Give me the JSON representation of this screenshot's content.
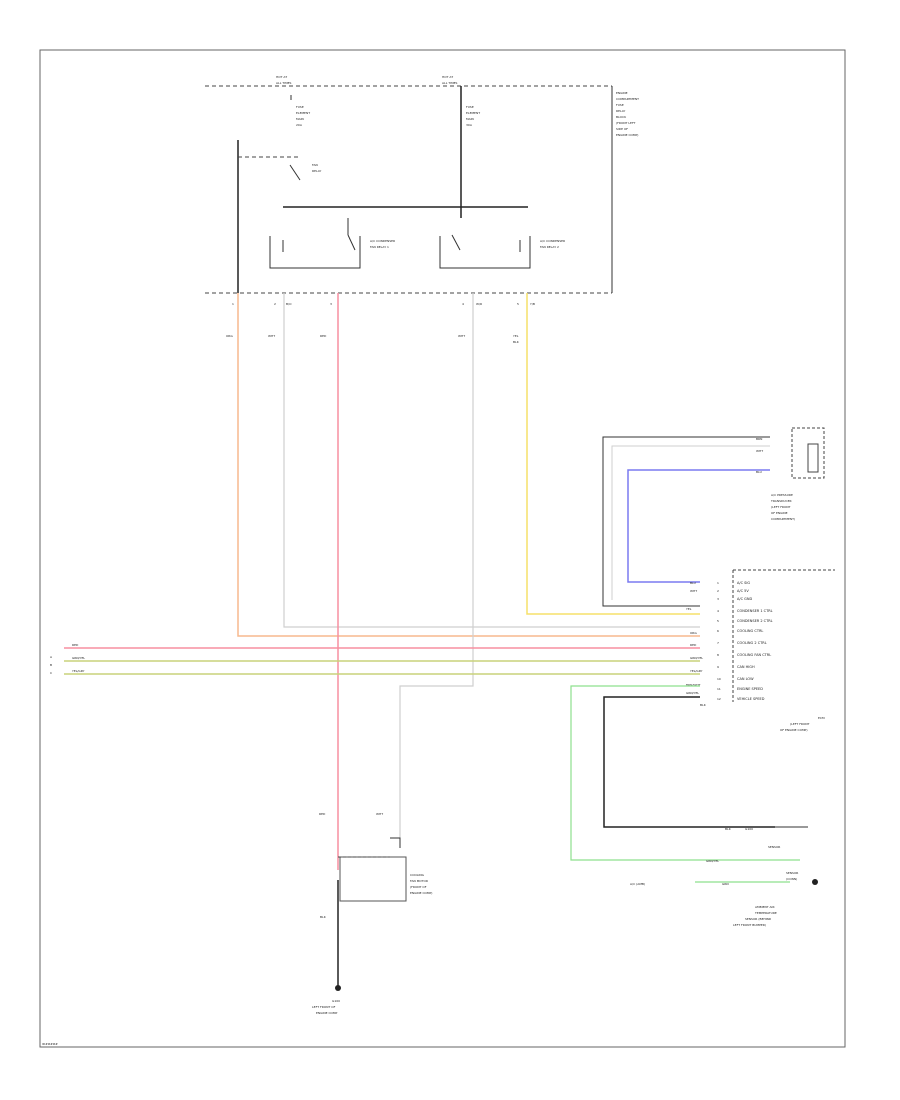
{
  "diagram": {
    "figure_id": "ID#####",
    "power_sources": [
      {
        "line1": "HOT AT",
        "line2": "ALL TIMES"
      },
      {
        "line1": "HOT AT",
        "line2": "ALL TIMES"
      }
    ],
    "fuse_labels": [
      {
        "line1": "FUSE",
        "line2": "ELEMENT",
        "line3": "MAIN",
        "line4": "20A"
      },
      {
        "line1": "FUSE",
        "line2": "ELEMENT",
        "line3": "MAIN",
        "line4": "30A"
      }
    ],
    "box_label": [
      "ENGINE",
      "COMPARTMENT",
      "FUSE",
      "RELAY",
      "BLOCK",
      "(FRONT LEFT",
      "SIDE OF",
      "ENGINE COMP)"
    ],
    "relay_labels": [
      "FAN",
      "RELAY"
    ],
    "condenser_relays": [
      {
        "line1": "A/C CONDENSER",
        "line2": "FAN RELAY 1"
      },
      {
        "line1": "A/C CONDENSER",
        "line2": "FAN RELAY 2"
      }
    ],
    "pin_labels": [
      "1",
      "2",
      "3",
      "4",
      "5"
    ],
    "pin_codes": [
      "B/O",
      "W/R",
      "R",
      "B",
      "Y/B"
    ],
    "wire_labels": [
      "ORG",
      "WHT",
      "RED",
      "WHT",
      "YEL",
      "BLK"
    ],
    "sensor_block": {
      "wires": [
        "BRN",
        "WHT",
        "BLU"
      ],
      "label": [
        "A/C PRESSURE",
        "TRANSDUCER",
        "(LEFT FRONT",
        "OF ENGINE",
        "COMPARTMENT)"
      ]
    },
    "ecm_wires": [
      "BLU",
      "WHT",
      "YEL",
      "ORG",
      "RED",
      "GRN/YEL",
      "YEL/GRY",
      "BRN/WHT",
      "GRN/YEL",
      "BLK"
    ],
    "ecm_pins": [
      "1",
      "2",
      "3",
      "4",
      "5",
      "6",
      "7",
      "8",
      "9",
      "10",
      "11",
      "12"
    ],
    "ecm_functions": [
      "A/C SIG",
      "A/C 5V",
      "A/C GND",
      "CONDENSER 1 CTRL",
      "CONDENSER 2 CTRL",
      "COOLING CTRL",
      "COOLING 2 CTRL",
      "COOLING FAN CTRL",
      "CAN HIGH",
      "CAN LOW",
      "ENGINE SPEED",
      "VEHICLE SPEED"
    ],
    "ecm_label": [
      "ECM",
      "(LEFT FRONT",
      "OF ENGINE COMP)"
    ],
    "left_bus": [
      "RED",
      "GRN/YEL",
      "YEL/GRY"
    ],
    "left_bus_letters": [
      "A",
      "B",
      "C"
    ],
    "motor": {
      "top_wires": [
        "RED",
        "WHT"
      ],
      "label": [
        "COOLING",
        "FAN MOTOR",
        "(FRONT OF",
        "ENGINE COMP)"
      ],
      "mid_wire": "BLK",
      "ground_label": [
        "G100",
        "LEFT FRONT OF",
        "ENGINE COMP"
      ]
    },
    "bottom_right": {
      "label_a": [
        "BLK",
        "G100"
      ],
      "sensor_wire": "GRN/YEL",
      "sensor_text": "SENSOR",
      "amb_wire": "GRN",
      "amb_left": "A/C (AMB)",
      "amb_right": [
        "SENSOR",
        "(CONN)"
      ],
      "label": [
        "AMBIENT AIR",
        "TEMPERATURE",
        "SENSOR (BEHIND",
        "LEFT FRONT BUMPER)"
      ]
    }
  },
  "colors": {
    "orange": "#f7b98e",
    "red": "#f78fa0",
    "yellow": "#f5e06a",
    "olive": "#c9d27a",
    "green": "#8ee08e",
    "blue": "#7a7af0",
    "white_wire": "#cfcfcf",
    "black_wire": "#333333"
  }
}
